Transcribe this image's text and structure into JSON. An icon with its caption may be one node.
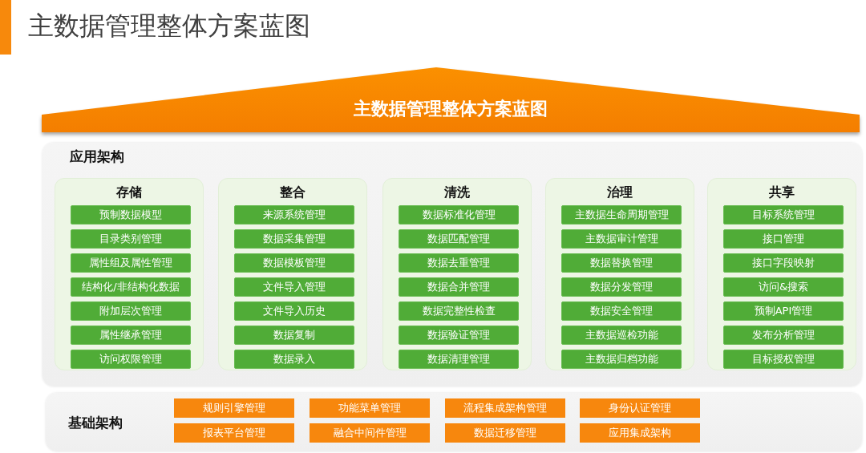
{
  "diagram": {
    "title": "主数据管理整体方案蓝图",
    "nodes": [
      {
        "text": [
          "主数据管理整体方案蓝图"
        ]
      },
      {
        "text": [
          "应用架构"
        ]
      },
      {
        "text": [
          "存储"
        ],
        "in": 1
      },
      {
        "text": [
          "预制数据模型"
        ],
        "in": 2
      },
      {
        "text": [
          "目录类别管理"
        ],
        "in": 2
      },
      {
        "text": [
          "属性组及属性管理"
        ],
        "in": 2
      },
      {
        "text": [
          "结构化/非结构化数据"
        ],
        "in": 2
      },
      {
        "text": [
          "附加层次管理"
        ],
        "in": 2
      },
      {
        "text": [
          "属性继承管理"
        ],
        "in": 2
      },
      {
        "text": [
          "访问权限管理"
        ],
        "in": 2
      },
      {
        "text": [
          "整合"
        ],
        "in": 1
      },
      {
        "text": [
          "来源系统管理"
        ],
        "in": 10
      },
      {
        "text": [
          "数据采集管理"
        ],
        "in": 10
      },
      {
        "text": [
          "数据模板管理"
        ],
        "in": 10
      },
      {
        "text": [
          "文件导入管理"
        ],
        "in": 10
      },
      {
        "text": [
          "文件导入历史"
        ],
        "in": 10
      },
      {
        "text": [
          "数据复制"
        ],
        "in": 10
      },
      {
        "text": [
          "数据录入"
        ],
        "in": 10
      },
      {
        "text": [
          "清洗"
        ],
        "in": 1
      },
      {
        "text": [
          "数据标准化管理"
        ],
        "in": 18
      },
      {
        "text": [
          "数据匹配管理"
        ],
        "in": 18
      },
      {
        "text": [
          "数据去重管理"
        ],
        "in": 18
      },
      {
        "text": [
          "数据合并管理"
        ],
        "in": 18
      },
      {
        "text": [
          "数据完整性检查"
        ],
        "in": 18
      },
      {
        "text": [
          "数据验证管理"
        ],
        "in": 18
      },
      {
        "text": [
          "数据清理管理"
        ],
        "in": 18
      },
      {
        "text": [
          "治理"
        ],
        "in": 1
      },
      {
        "text": [
          "主数据生命周期管理"
        ],
        "in": 26
      },
      {
        "text": [
          "主数据审计管理"
        ],
        "in": 26
      },
      {
        "text": [
          "数据替换管理"
        ],
        "in": 26
      },
      {
        "text": [
          "数据分发管理"
        ],
        "in": 26
      },
      {
        "text": [
          "数据安全管理"
        ],
        "in": 26
      },
      {
        "text": [
          "主数据巡检功能"
        ],
        "in": 26
      },
      {
        "text": [
          "主数据归档功能"
        ],
        "in": 26
      },
      {
        "text": [
          "共享"
        ],
        "in": 1
      },
      {
        "text": [
          "目标系统管理"
        ],
        "in": 34
      },
      {
        "text": [
          "接口管理"
        ],
        "in": 34
      },
      {
        "text": [
          "接口字段映射"
        ],
        "in": 34
      },
      {
        "text": [
          "访问&搜索"
        ],
        "in": 34
      },
      {
        "text": [
          "预制API管理"
        ],
        "in": 34
      },
      {
        "text": [
          "发布分析管理"
        ],
        "in": 34
      },
      {
        "text": [
          "目标授权管理"
        ],
        "in": 34
      },
      {
        "text": [
          "基础架构"
        ]
      },
      {
        "text": [
          "规则引擎管理"
        ],
        "in": 42
      },
      {
        "text": [
          "功能菜单管理"
        ],
        "in": 42
      },
      {
        "text": [
          "流程集成架构管理"
        ],
        "in": 42
      },
      {
        "text": [
          "身份认证管理"
        ],
        "in": 42
      },
      {
        "text": [
          "报表平台管理"
        ],
        "in": 42
      },
      {
        "text": [
          "融合中间件管理"
        ],
        "in": 42
      },
      {
        "text": [
          "数据迁移管理"
        ],
        "in": 42
      },
      {
        "text": [
          "应用集成架构"
        ],
        "in": 42
      }
    ]
  }
}
